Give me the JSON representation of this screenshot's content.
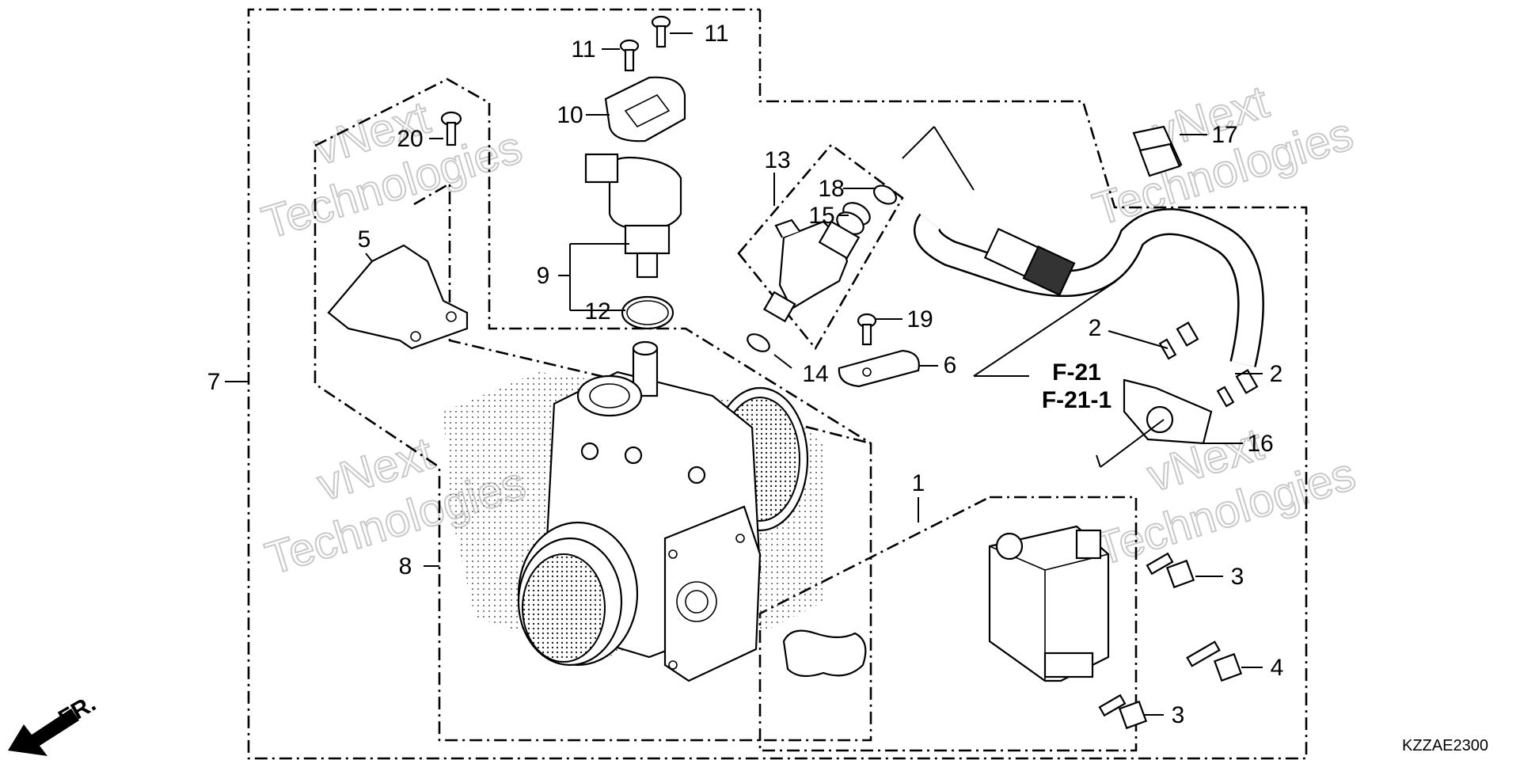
{
  "diagram": {
    "drawing_code": "KZZAE2300",
    "front_indicator": "FR.",
    "references": [
      "F-21",
      "F-21-1"
    ],
    "watermark_lines": [
      "vNext",
      "Technologies"
    ],
    "callouts": [
      {
        "id": "c1",
        "text": "1"
      },
      {
        "id": "c2a",
        "text": "2"
      },
      {
        "id": "c2b",
        "text": "2"
      },
      {
        "id": "c3a",
        "text": "3"
      },
      {
        "id": "c3b",
        "text": "3"
      },
      {
        "id": "c4",
        "text": "4"
      },
      {
        "id": "c5",
        "text": "5"
      },
      {
        "id": "c6",
        "text": "6"
      },
      {
        "id": "c7",
        "text": "7"
      },
      {
        "id": "c8",
        "text": "8"
      },
      {
        "id": "c9",
        "text": "9"
      },
      {
        "id": "c10",
        "text": "10"
      },
      {
        "id": "c11a",
        "text": "11"
      },
      {
        "id": "c11b",
        "text": "11"
      },
      {
        "id": "c12",
        "text": "12"
      },
      {
        "id": "c13",
        "text": "13"
      },
      {
        "id": "c14",
        "text": "14"
      },
      {
        "id": "c15",
        "text": "15"
      },
      {
        "id": "c16",
        "text": "16"
      },
      {
        "id": "c17",
        "text": "17"
      },
      {
        "id": "c18",
        "text": "18"
      },
      {
        "id": "c19",
        "text": "19"
      },
      {
        "id": "c20",
        "text": "20"
      }
    ]
  }
}
